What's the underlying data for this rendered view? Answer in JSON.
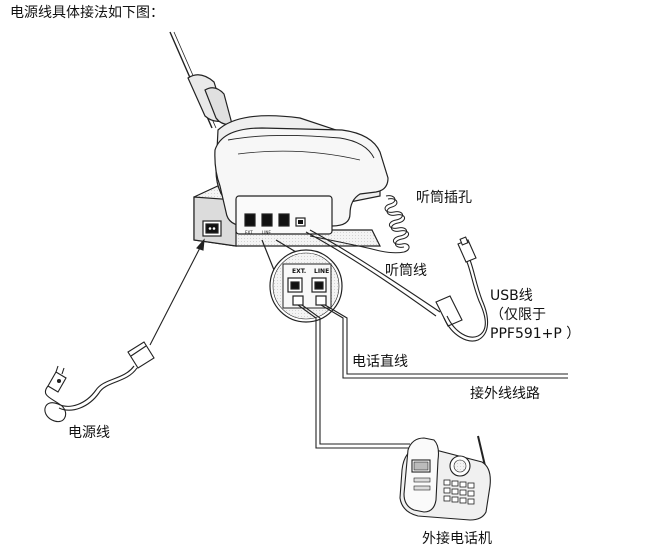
{
  "heading": "电源线具体接法如下图：",
  "labels": {
    "handset_jack": "听筒插孔",
    "handset_cord": "听筒线",
    "usb_cable_line1": "USB线",
    "usb_cable_line2": "（仅限于",
    "usb_cable_line3": "PPF591+P ）",
    "telephone_line": "电话直线",
    "external_line": "接外线线路",
    "power_cord": "电源线",
    "extension_phone": "外接电话机"
  },
  "port_labels": {
    "ext": "EXT.",
    "line": "LINE"
  },
  "colors": {
    "line": "#222222",
    "device_fill": "#f2f2f2",
    "device_shade": "#dcdcdc",
    "background": "#ffffff"
  }
}
